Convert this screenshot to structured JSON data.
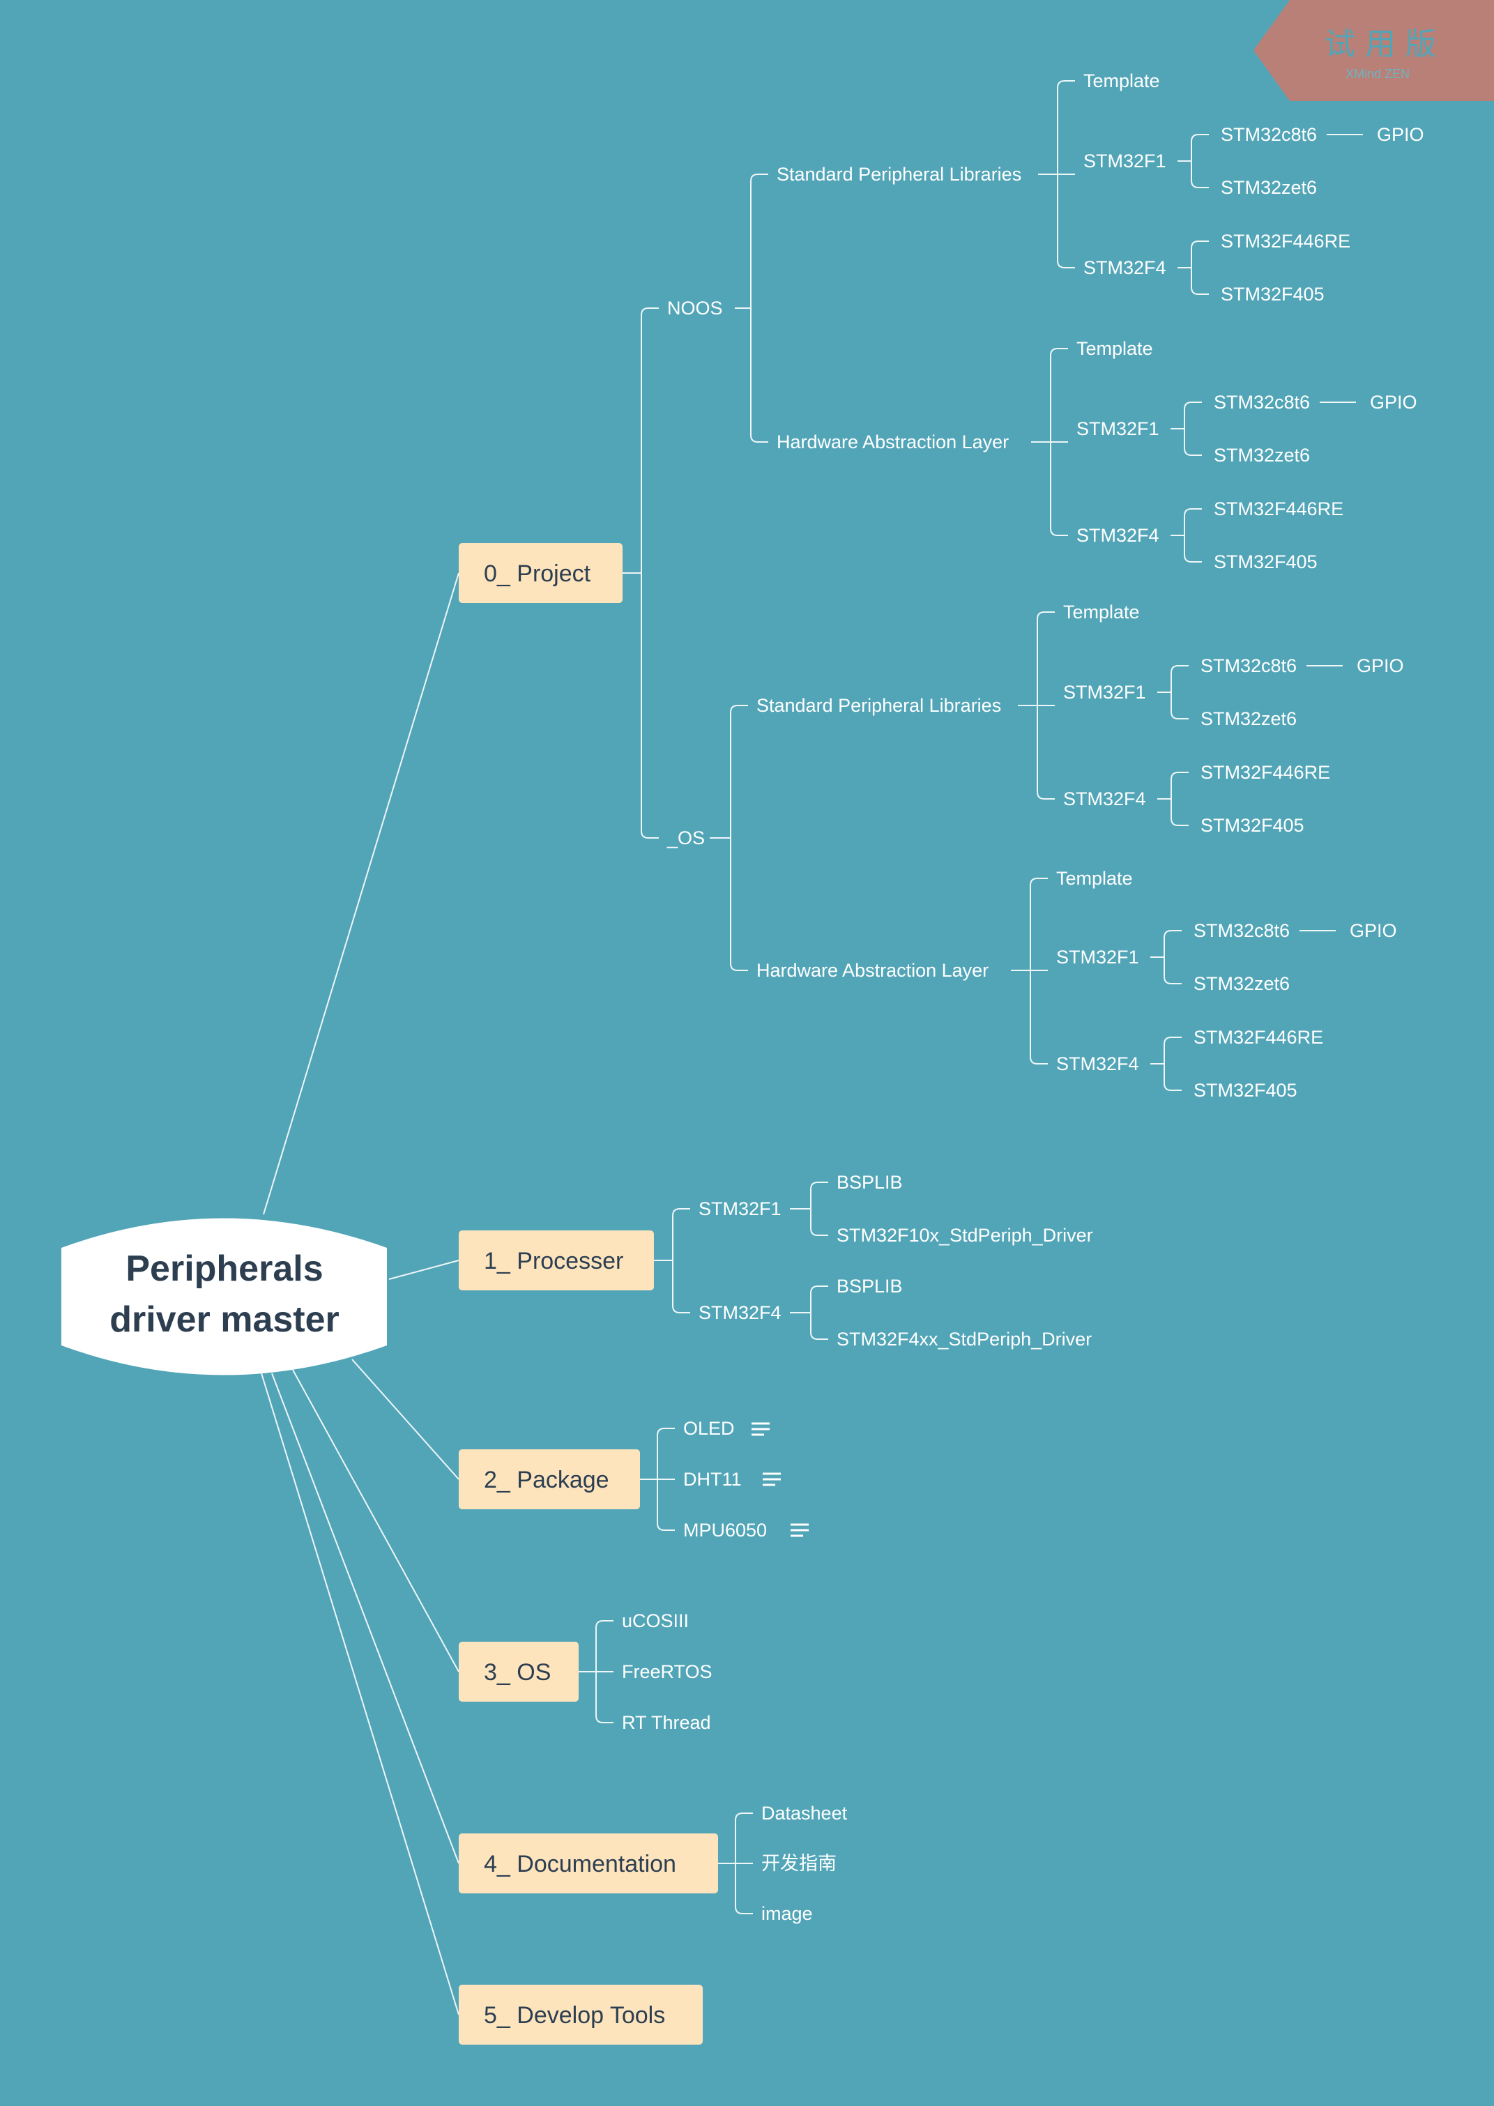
{
  "central": {
    "lines": [
      "Peripherals",
      "driver master"
    ]
  },
  "watermark": {
    "text": "试用版",
    "sub": "XMind ZEN"
  },
  "colors": {
    "background": "#52a5b7",
    "branch_box": "#fde4bd",
    "central_fill": "#ffffff",
    "watermark_fill": "#b98077"
  },
  "branches": [
    {
      "label": "0_ Project"
    },
    {
      "label": "1_ Processer"
    },
    {
      "label": "2_ Package"
    },
    {
      "label": "3_ OS"
    },
    {
      "label": "4_ Documentation"
    },
    {
      "label": "5_ Develop Tools"
    }
  ],
  "project": {
    "os_groups": [
      "NOOS",
      "_OS"
    ],
    "library_types": [
      "Standard Peripheral Libraries",
      "Hardware Abstraction Layer"
    ],
    "subtree": {
      "template": "Template",
      "f1": "STM32F1",
      "f4": "STM32F4",
      "c8t6": "STM32c8t6",
      "gpio": "GPIO",
      "zet6": "STM32zet6",
      "f446re": "STM32F446RE",
      "f405": "STM32F405"
    }
  },
  "processer": {
    "f1": {
      "label": "STM32F1",
      "children": [
        "BSPLIB",
        "STM32F10x_StdPeriph_Driver"
      ]
    },
    "f4": {
      "label": "STM32F4",
      "children": [
        "BSPLIB",
        "STM32F4xx_StdPeriph_Driver"
      ]
    }
  },
  "package": {
    "items": [
      "OLED",
      "DHT11",
      "MPU6050"
    ],
    "note_icon": "note-lines-icon"
  },
  "os": {
    "items": [
      "uCOSIII",
      "FreeRTOS",
      "RT Thread"
    ]
  },
  "documentation": {
    "items": [
      "Datasheet",
      "开发指南",
      "image"
    ]
  }
}
